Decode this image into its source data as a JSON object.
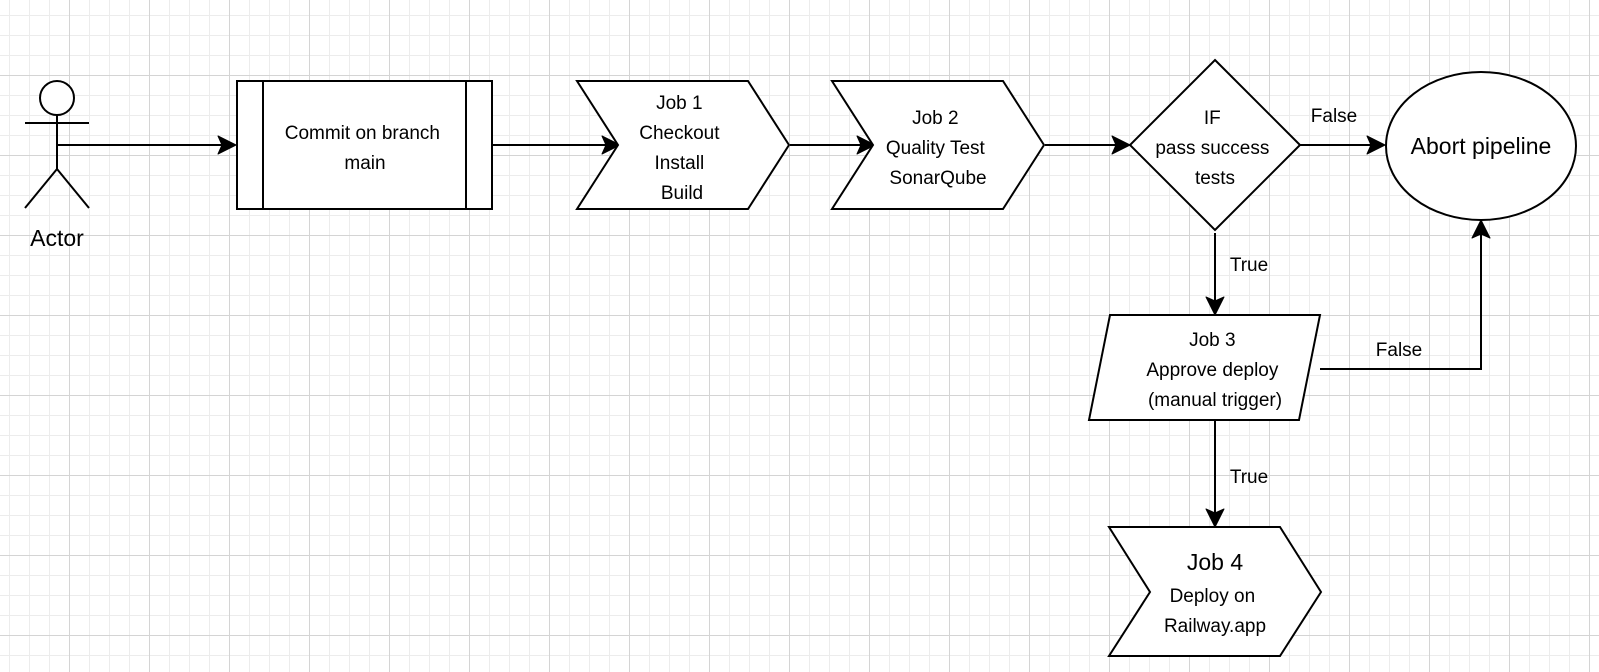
{
  "diagram": {
    "nodes": {
      "actor": {
        "label": "Actor"
      },
      "commit": {
        "lines": [
          "Commit on branch",
          "main"
        ]
      },
      "job1": {
        "lines": [
          "Job 1",
          "Checkout",
          "Install",
          "Build"
        ]
      },
      "job2": {
        "lines": [
          "Job 2",
          "Quality Test",
          "SonarQube"
        ]
      },
      "decision": {
        "lines": [
          "IF",
          "pass success",
          "tests"
        ]
      },
      "abort": {
        "label": "Abort pipeline"
      },
      "job3": {
        "lines": [
          "Job 3",
          "Approve deploy",
          "(manual trigger)"
        ]
      },
      "job4": {
        "title": "Job 4",
        "lines": [
          "Deploy on",
          "Railway.app"
        ]
      }
    },
    "edges": {
      "decision_false": "False",
      "decision_true": "True",
      "job3_false": "False",
      "job3_true": "True"
    }
  }
}
